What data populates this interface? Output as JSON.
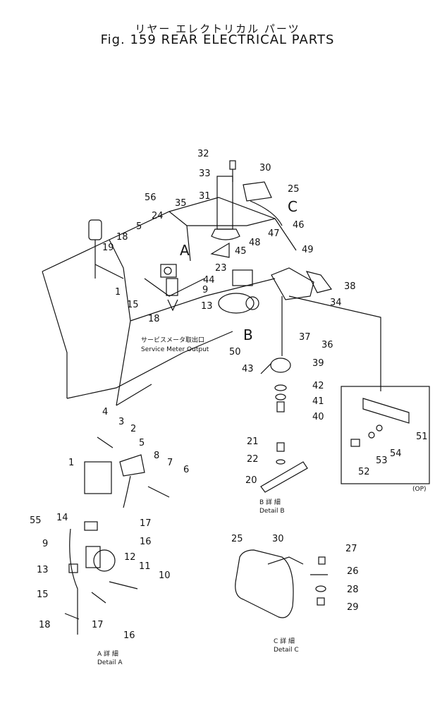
{
  "title_jp": "リヤー エレクトリカル パーツ",
  "title": "Fig. 159 REAR ELECTRICAL PARTS",
  "callouts": {
    "c1": "1",
    "c2": "2",
    "c3": "3",
    "c4": "4",
    "c5": "5",
    "c6": "6",
    "c7": "7",
    "c8": "8",
    "c9": "9",
    "c10": "10",
    "c11": "11",
    "c12": "12",
    "c13": "13",
    "c14": "14",
    "c15": "15",
    "c16": "16",
    "c17": "17",
    "c18": "18",
    "c19": "19",
    "c20": "20",
    "c21": "21",
    "c22": "22",
    "c23": "23",
    "c24": "24",
    "c25": "25",
    "c26": "26",
    "c27": "27",
    "c28": "28",
    "c29": "29",
    "c30": "30",
    "c31": "31",
    "c32": "32",
    "c33": "33",
    "c34": "34",
    "c35": "35",
    "c36": "36",
    "c37": "37",
    "c38": "38",
    "c39": "39",
    "c40": "40",
    "c41": "41",
    "c42": "42",
    "c43": "43",
    "c44": "44",
    "c45": "45",
    "c46": "46",
    "c47": "47",
    "c48": "48",
    "c49": "49",
    "c50": "50",
    "c51": "51",
    "c52": "52",
    "c53": "53",
    "c54": "54",
    "c55": "55",
    "c56": "56"
  },
  "view_markers": {
    "a": "A",
    "b": "B",
    "c": "C"
  },
  "service_meter": {
    "jp": "サービスメータ取出口",
    "en": "Service Meter Output"
  },
  "detail_a": {
    "jp": "A 詳 細",
    "en": "Detail A"
  },
  "detail_b": {
    "jp": "B 詳 細",
    "en": "Detail B"
  },
  "detail_c": {
    "jp": "C 詳 細",
    "en": "Detail C"
  },
  "option_tag": "(OP)"
}
